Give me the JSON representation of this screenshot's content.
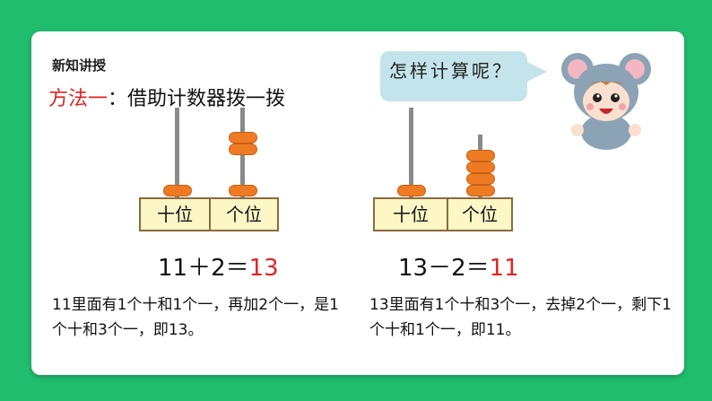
{
  "section_tag": "新知讲授",
  "method": {
    "prefix": "方法一",
    "colon": "：",
    "text": "借助计数器拨一拨"
  },
  "speech": {
    "text": "怎样计算呢？"
  },
  "left_abacus": {
    "tens_label": "十位",
    "ones_label": "个位",
    "tens_beads": 1,
    "ones_beads": 3
  },
  "right_abacus": {
    "tens_label": "十位",
    "ones_label": "个位",
    "tens_beads": 1,
    "ones_beads": 4
  },
  "left_equation": {
    "expr": "11＋2＝",
    "answer": "13"
  },
  "right_equation": {
    "expr": "13－2＝",
    "answer": "11"
  },
  "left_explanation": "11里面有1个十和1个一，再加2个一，是1个十和3个一，即13。",
  "right_explanation": "13里面有1个十和3个一，去掉2个一，剩下1个十和1个一，即11。",
  "colors": {
    "background": "#21bd6e",
    "bead": "#ee7b24",
    "answer": "#e02424",
    "bubble": "#c3e4ea"
  }
}
